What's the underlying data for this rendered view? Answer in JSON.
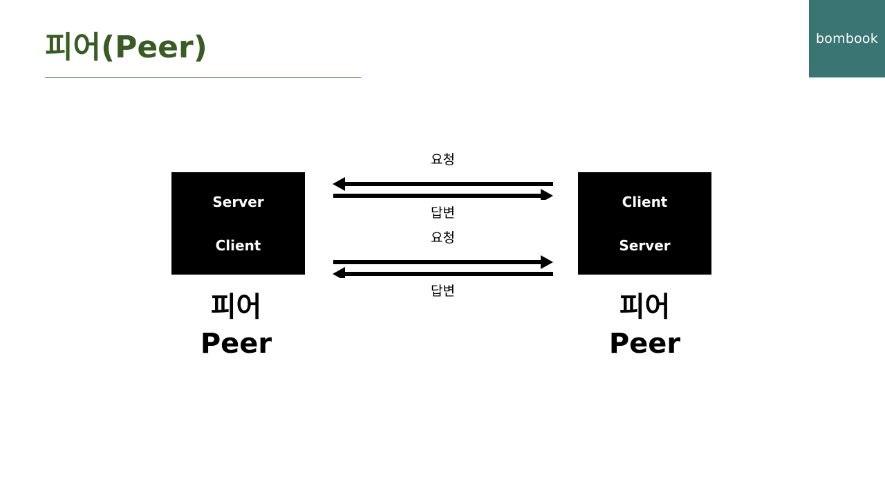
{
  "slide": {
    "title": "피어(Peer)",
    "background_color": "#ffffff",
    "accent_color": "#3a5a26",
    "brand_color": "#3a7573"
  },
  "brand": {
    "name": "bombook"
  },
  "diagram": {
    "left_node": {
      "role_top": "Server",
      "role_bottom": "Client",
      "caption_korean": "피어",
      "caption_english": "Peer",
      "fill_color": "#000000",
      "text_color": "#ffffff"
    },
    "right_node": {
      "role_top": "Client",
      "role_bottom": "Server",
      "caption_korean": "피어",
      "caption_english": "Peer",
      "fill_color": "#000000",
      "text_color": "#ffffff"
    },
    "arrow_groups": [
      {
        "id": "upper-exchange",
        "label_above": "요청",
        "label_below": "답변",
        "upper_arrow_direction": "left",
        "lower_arrow_direction": "right"
      },
      {
        "id": "lower-exchange",
        "label_above": "요청",
        "label_below": "답변",
        "upper_arrow_direction": "right",
        "lower_arrow_direction": "left"
      }
    ]
  }
}
